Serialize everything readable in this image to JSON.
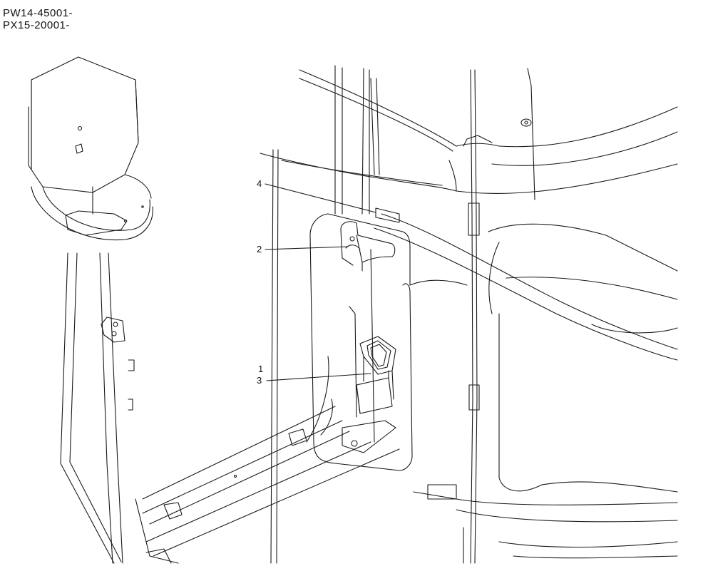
{
  "header": {
    "serial_1": "PW14-45001-",
    "serial_2": "PX15-20001-"
  },
  "callouts": {
    "c4": "4",
    "c2": "2",
    "c1": "1",
    "c3": "3"
  },
  "colors": {
    "ink": "#1a1a1a",
    "paper": "#ffffff"
  }
}
